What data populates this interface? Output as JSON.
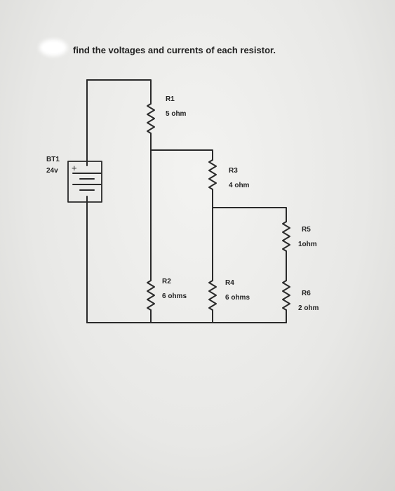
{
  "title": "find the voltages and currents of each resistor.",
  "battery": {
    "name": "BT1",
    "voltage": "24v",
    "plus_sign": "+"
  },
  "resistors": [
    {
      "id": "r1",
      "name": "R1",
      "value": "5 ohm"
    },
    {
      "id": "r2",
      "name": "R2",
      "value": "6 ohms"
    },
    {
      "id": "r3",
      "name": "R3",
      "value": "4 ohm"
    },
    {
      "id": "r4",
      "name": "R4",
      "value": "6 ohms"
    },
    {
      "id": "r5",
      "name": "R5",
      "value": "1ohm"
    },
    {
      "id": "r6",
      "name": "R6",
      "value": "2 ohm"
    }
  ],
  "colors": {
    "wire": "#2a2a2a",
    "paper": "#f1f1ef",
    "redaction": "#ffffff"
  }
}
